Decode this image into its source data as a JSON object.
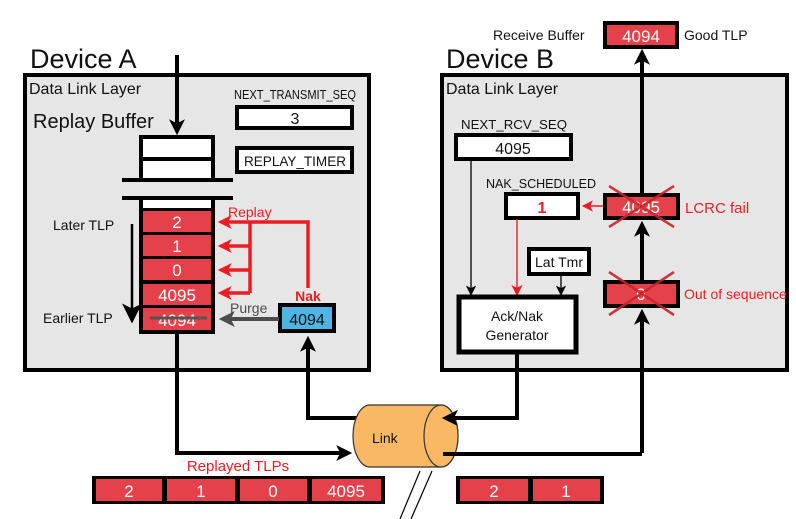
{
  "device_a": {
    "title": "Device A",
    "layer_label": "Data Link Layer",
    "replay_buffer_label": "Replay Buffer",
    "next_transmit_seq": {
      "label": "NEXT_TRANSMIT_SEQ",
      "value": "3"
    },
    "replay_timer_label": "REPLAY_TIMER",
    "later_tlp_label": "Later TLP",
    "earlier_tlp_label": "Earlier TLP",
    "buffer_entries": [
      {
        "seq": "2",
        "state": "replay"
      },
      {
        "seq": "1",
        "state": "replay"
      },
      {
        "seq": "0",
        "state": "replay"
      },
      {
        "seq": "4095",
        "state": "replay"
      },
      {
        "seq": "4094",
        "state": "purged"
      }
    ],
    "replay_label": "Replay",
    "purge_label": "Purge",
    "nak_label": "Nak",
    "nak_seq": "4094"
  },
  "device_b": {
    "title": "Device B",
    "layer_label": "Data Link Layer",
    "receive_buffer_label": "Receive Buffer",
    "receive_buffer_value": "4094",
    "good_tlp_label": "Good TLP",
    "next_rcv_seq": {
      "label": "NEXT_RCV_SEQ",
      "value": "4095"
    },
    "nak_scheduled": {
      "label": "NAK_SCHEDULED",
      "value": "1"
    },
    "lcrc_fail_tlp": "4095",
    "lcrc_fail_label": "LCRC fail",
    "out_of_seq_tlp": "0",
    "out_of_seq_label": "Out of sequence",
    "lat_tmr_label": "Lat Tmr",
    "ack_nak_line1": "Ack/Nak",
    "ack_nak_line2": "Generator"
  },
  "link": {
    "label": "Link",
    "replayed_label": "Replayed TLPs",
    "replayed_tlps": [
      "2",
      "1",
      "0",
      "4095"
    ],
    "device_b_side_tlps": [
      "2",
      "1"
    ]
  },
  "colors": {
    "tlp_red": "#e5414a",
    "accent_red": "#ec1c24",
    "nak_blue": "#4fb3e3",
    "link_orange": "#f9b964",
    "panel_gray": "#e6e6e6",
    "purge_gray": "#4d4d4d"
  }
}
